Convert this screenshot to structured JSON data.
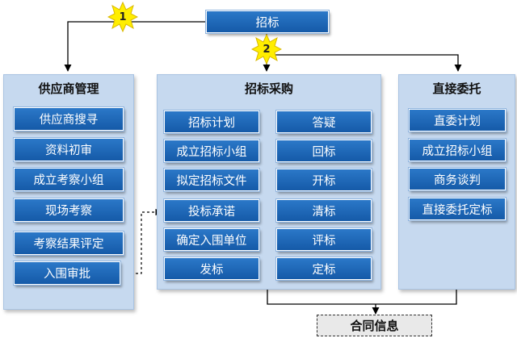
{
  "top": {
    "label": "招标"
  },
  "badges": {
    "one": "1",
    "two": "2"
  },
  "supplier": {
    "title": "供应商管理",
    "items": [
      "供应商搜寻",
      "资料初审",
      "成立考察小组",
      "现场考察",
      "考察结果评定",
      "入围审批"
    ]
  },
  "procure": {
    "title": "招标采购",
    "left_items": [
      "招标计划",
      "成立招标小组",
      "拟定招标文件",
      "投标承诺",
      "确定入围单位",
      "发标"
    ],
    "right_items": [
      "答疑",
      "回标",
      "开标",
      "清标",
      "评标",
      "定标"
    ]
  },
  "direct": {
    "title": "直接委托",
    "items": [
      "直委计划",
      "成立招标小组",
      "商务谈判",
      "直接委托定标"
    ]
  },
  "contract": {
    "label": "合同信息"
  }
}
